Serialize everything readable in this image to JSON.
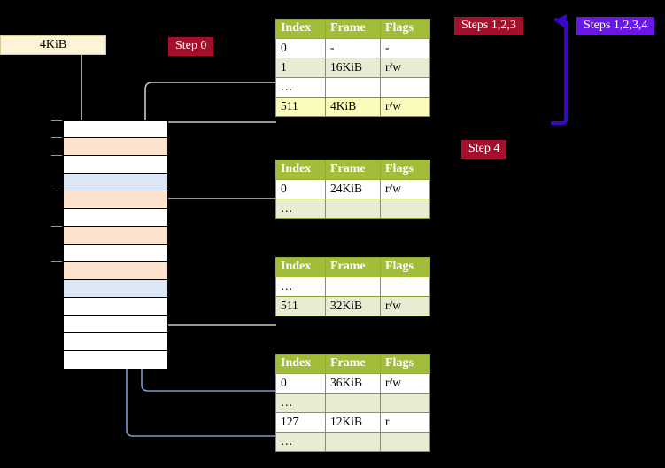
{
  "labels": {
    "kib_label": "4KiB",
    "step0": "Step 0",
    "step4": "Step 4",
    "steps123": "Steps 1,2,3",
    "steps1234": "Steps 1,2,3,4"
  },
  "colors": {
    "badge_red": "#a50f2b",
    "badge_violet": "#6a18e8",
    "table_header": "#a2bd39",
    "row_tint": "#e7ecd2",
    "row_highlight": "#fbfbbd",
    "mem_orange": "#fde3cd",
    "mem_blue": "#dce7f6",
    "wire_grey": "#c9c9c9",
    "wire_blue": "#7a9ac9",
    "kib_fill": "#fdf3d7"
  },
  "tables": [
    {
      "name": "pml4-table",
      "headers": [
        "Index",
        "Frame",
        "Flags"
      ],
      "rows": [
        {
          "style": "white",
          "cells": [
            "0",
            "-",
            "-"
          ]
        },
        {
          "style": "tint",
          "cells": [
            "1",
            "16KiB",
            "r/w"
          ]
        },
        {
          "style": "white",
          "cells": [
            "…",
            "",
            ""
          ]
        },
        {
          "style": "hl",
          "cells": [
            "511",
            "4KiB",
            "r/w"
          ]
        }
      ]
    },
    {
      "name": "pdp-table",
      "headers": [
        "Index",
        "Frame",
        "Flags"
      ],
      "rows": [
        {
          "style": "white",
          "cells": [
            "0",
            "24KiB",
            "r/w"
          ]
        },
        {
          "style": "tint",
          "cells": [
            "…",
            "",
            ""
          ]
        }
      ]
    },
    {
      "name": "pd-table",
      "headers": [
        "Index",
        "Frame",
        "Flags"
      ],
      "rows": [
        {
          "style": "white",
          "cells": [
            "…",
            "",
            ""
          ]
        },
        {
          "style": "tint",
          "cells": [
            "511",
            "32KiB",
            "r/w"
          ]
        }
      ]
    },
    {
      "name": "pt-table",
      "headers": [
        "Index",
        "Frame",
        "Flags"
      ],
      "rows": [
        {
          "style": "white",
          "cells": [
            "0",
            "36KiB",
            "r/w"
          ]
        },
        {
          "style": "tint",
          "cells": [
            "…",
            "",
            ""
          ]
        },
        {
          "style": "white",
          "cells": [
            "127",
            "12KiB",
            "r"
          ]
        },
        {
          "style": "tint",
          "cells": [
            "…",
            "",
            ""
          ]
        }
      ]
    }
  ],
  "memory_column": {
    "name": "physical-memory-column",
    "rows": [
      {
        "fill": "white"
      },
      {
        "fill": "orange"
      },
      {
        "fill": "white"
      },
      {
        "fill": "blue"
      },
      {
        "fill": "orange"
      },
      {
        "fill": "white"
      },
      {
        "fill": "orange"
      },
      {
        "fill": "white"
      },
      {
        "fill": "orange"
      },
      {
        "fill": "blue"
      },
      {
        "fill": "white"
      },
      {
        "fill": "white"
      },
      {
        "fill": "white"
      },
      {
        "fill": "white"
      }
    ]
  }
}
